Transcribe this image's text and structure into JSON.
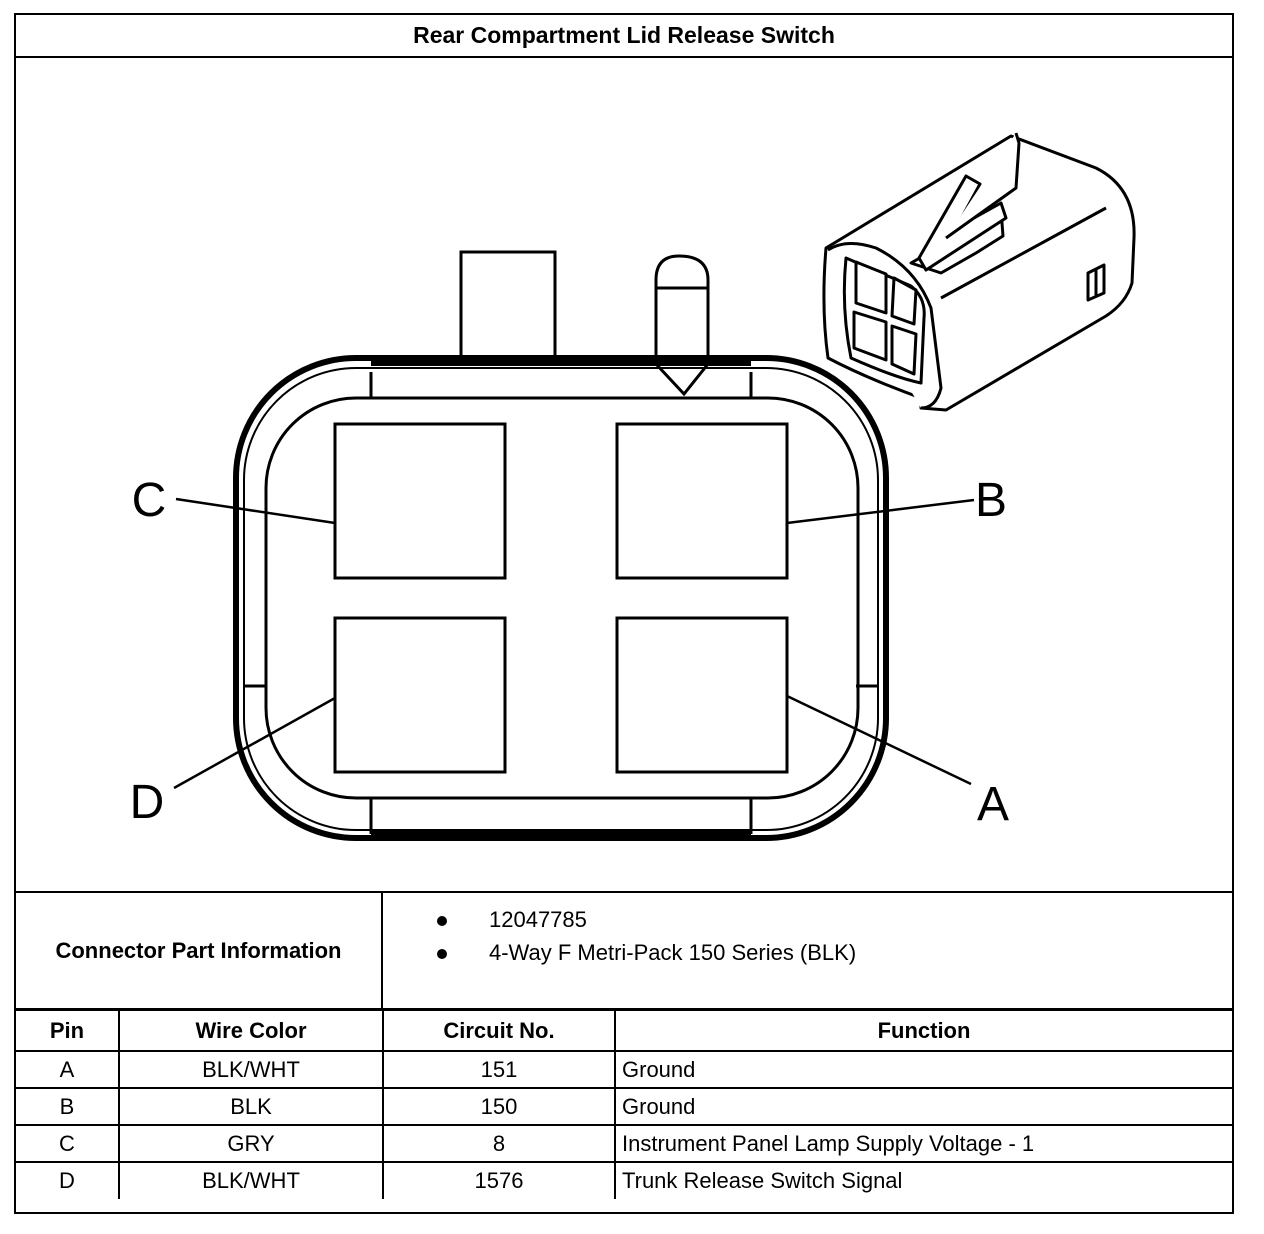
{
  "title": "Rear Compartment Lid Release Switch",
  "diagram": {
    "pin_labels": [
      "C",
      "B",
      "D",
      "A"
    ]
  },
  "connector_info": {
    "label": "Connector Part Information",
    "items": [
      "12047785",
      "4-Way F Metri-Pack 150 Series (BLK)"
    ]
  },
  "pin_table": {
    "headers": [
      "Pin",
      "Wire Color",
      "Circuit No.",
      "Function"
    ],
    "rows": [
      [
        "A",
        "BLK/WHT",
        "151",
        "Ground"
      ],
      [
        "B",
        "BLK",
        "150",
        "Ground"
      ],
      [
        "C",
        "GRY",
        "8",
        "Instrument Panel Lamp Supply Voltage - 1"
      ],
      [
        "D",
        "BLK/WHT",
        "1576",
        "Trunk Release Switch Signal"
      ]
    ]
  }
}
